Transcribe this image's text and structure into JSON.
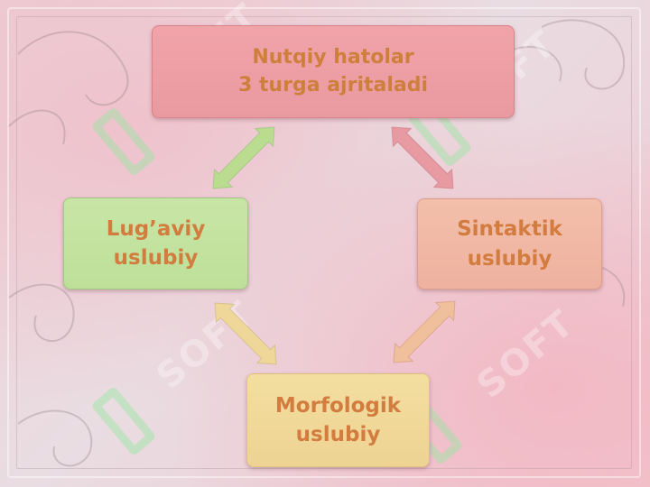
{
  "diagram": {
    "top": {
      "lines": [
        "Nutqiy hatolar",
        "3 turga ajritaladi"
      ]
    },
    "left": {
      "lines": [
        "Lug’aviy",
        "uslubiy"
      ]
    },
    "right": {
      "lines": [
        "Sintaktik",
        "uslubiy"
      ]
    },
    "bottom": {
      "lines": [
        "Morfologik",
        "uslubiy"
      ]
    }
  },
  "watermark": {
    "text": "SOFT"
  },
  "colors": {
    "text_orange": "#d27c3f",
    "top_fill": "#ed9fa5",
    "left_fill": "#c5e3a2",
    "right_fill": "#f1baa5",
    "bottom_fill": "#f1da9b",
    "arrow_green": "#b9dc8f",
    "arrow_pink": "#e79aa2",
    "arrow_orange": "#f0bf9c",
    "arrow_yellow": "#efd79a"
  }
}
